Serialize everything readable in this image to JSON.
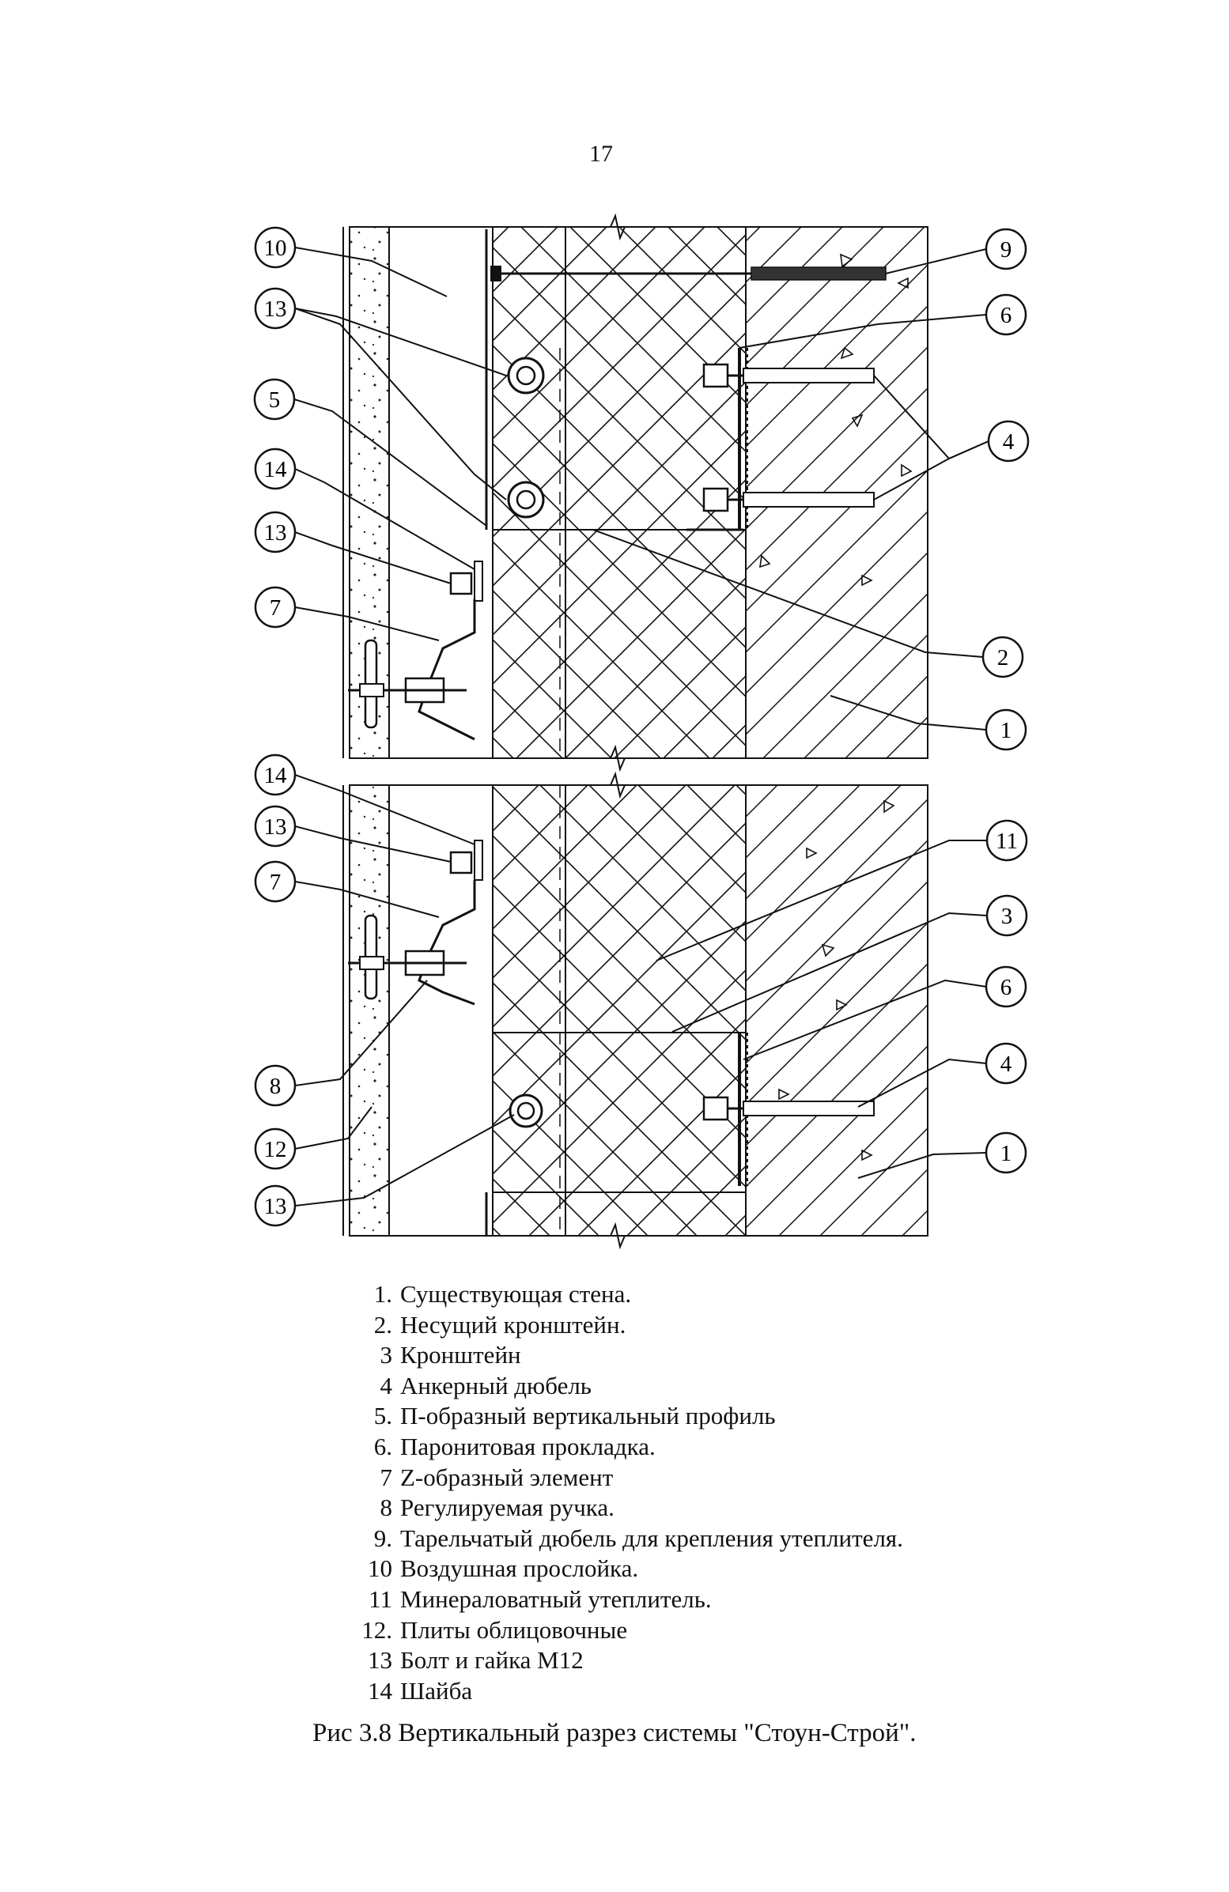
{
  "page_number": "17",
  "callouts": {
    "top": {
      "c10": "10",
      "c13a": "13",
      "c5": "5",
      "c14": "14",
      "c13b": "13",
      "c7": "7",
      "c9": "9",
      "c6": "6",
      "c4": "4",
      "c2": "2",
      "c1": "1"
    },
    "bottom": {
      "c14": "14",
      "c13a": "13",
      "c7": "7",
      "c8": "8",
      "c12": "12",
      "c13b": "13",
      "c11": "11",
      "c3": "3",
      "c6": "6",
      "c4": "4",
      "c1": "1"
    }
  },
  "legend": [
    {
      "num": "1.",
      "text": "Существующая стена."
    },
    {
      "num": "2.",
      "text": "Несущий кронштейн."
    },
    {
      "num": "3",
      "text": "Кронштейн"
    },
    {
      "num": "4",
      "text": "Анкерный дюбель"
    },
    {
      "num": "5.",
      "text": "П-образный вертикальный профиль"
    },
    {
      "num": "6.",
      "text": "Паронитовая прокладка."
    },
    {
      "num": "7",
      "text": "Z-образный элемент"
    },
    {
      "num": "8",
      "text": "Регулируемая ручка."
    },
    {
      "num": "9.",
      "text": "Тарельчатый дюбель для крепления утеплителя."
    },
    {
      "num": "10",
      "text": "Воздушная прослойка."
    },
    {
      "num": "11",
      "text": "Минераловатный утеплитель."
    },
    {
      "num": "12.",
      "text": "Плиты облицовочные"
    },
    {
      "num": "13",
      "text": "Болт и гайка М12"
    },
    {
      "num": "14",
      "text": "Шайба"
    }
  ],
  "caption": "Рис 3.8 Вертикальный разрез системы \"Стоун-Строй\"."
}
